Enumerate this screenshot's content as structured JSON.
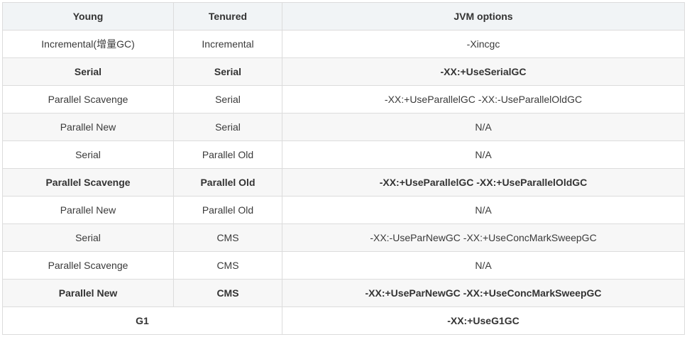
{
  "table": {
    "headers": {
      "young": "Young",
      "tenured": "Tenured",
      "jvm": "JVM options"
    },
    "rows": [
      {
        "young": "Incremental(增量GC)",
        "tenured": "Incremental",
        "jvm": "-Xincgc",
        "bold": false
      },
      {
        "young": "Serial",
        "tenured": "Serial",
        "jvm": "-XX:+UseSerialGC",
        "bold": true
      },
      {
        "young": "Parallel Scavenge",
        "tenured": "Serial",
        "jvm": "-XX:+UseParallelGC -XX:-UseParallelOldGC",
        "bold": false
      },
      {
        "young": "Parallel New",
        "tenured": "Serial",
        "jvm": "N/A",
        "bold": false
      },
      {
        "young": "Serial",
        "tenured": "Parallel Old",
        "jvm": "N/A",
        "bold": false
      },
      {
        "young": "Parallel Scavenge",
        "tenured": "Parallel Old",
        "jvm": "-XX:+UseParallelGC -XX:+UseParallelOldGC",
        "bold": true
      },
      {
        "young": "Parallel New",
        "tenured": "Parallel Old",
        "jvm": "N/A",
        "bold": false
      },
      {
        "young": "Serial",
        "tenured": "CMS",
        "jvm": "-XX:-UseParNewGC -XX:+UseConcMarkSweepGC",
        "bold": false
      },
      {
        "young": "Parallel Scavenge",
        "tenured": "CMS",
        "jvm": "N/A",
        "bold": false
      },
      {
        "young": "Parallel New",
        "tenured": "CMS",
        "jvm": "-XX:+UseParNewGC -XX:+UseConcMarkSweepGC",
        "bold": true
      }
    ],
    "last_row": {
      "collector": "G1",
      "jvm": "-XX:+UseG1GC",
      "bold": true
    }
  }
}
